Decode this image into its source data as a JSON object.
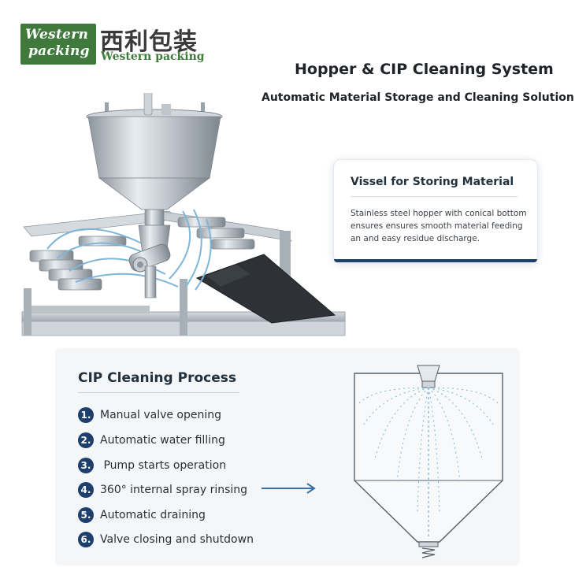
{
  "brand": {
    "logo_line1": "Western",
    "logo_line2": "packing",
    "name_cn": "西利包装",
    "name_en": "Western packing",
    "color": "#3f7a3c"
  },
  "header": {
    "title": "Hopper & CIP Cleaning System",
    "subtitle": "Automatic Material Storage and Cleaning Solution"
  },
  "vessel_card": {
    "title": "Vissel for Storing Material",
    "body": "Stainless steel hopper with conical bottom ensures ensures smooth material feeding an and easy residue discharge.",
    "accent": "#1d3f6e"
  },
  "cip": {
    "title": "CIP Cleaning Process",
    "accent": "#1d3f6e",
    "steps": [
      {
        "num": "1.",
        "label": "Manual valve opening"
      },
      {
        "num": "2.",
        "label": "Automatic water filling"
      },
      {
        "num": "3.",
        "label": " Pump starts operation"
      },
      {
        "num": "4.",
        "label": "360° internal spray rinsing"
      },
      {
        "num": "5.",
        "label": "Automatic draining"
      },
      {
        "num": "6.",
        "label": "Valve closing and shutdown"
      }
    ]
  },
  "icons": {
    "arrow": "arrow-right-icon",
    "machine": "filling-machine-image",
    "diagram": "hopper-spray-diagram"
  }
}
